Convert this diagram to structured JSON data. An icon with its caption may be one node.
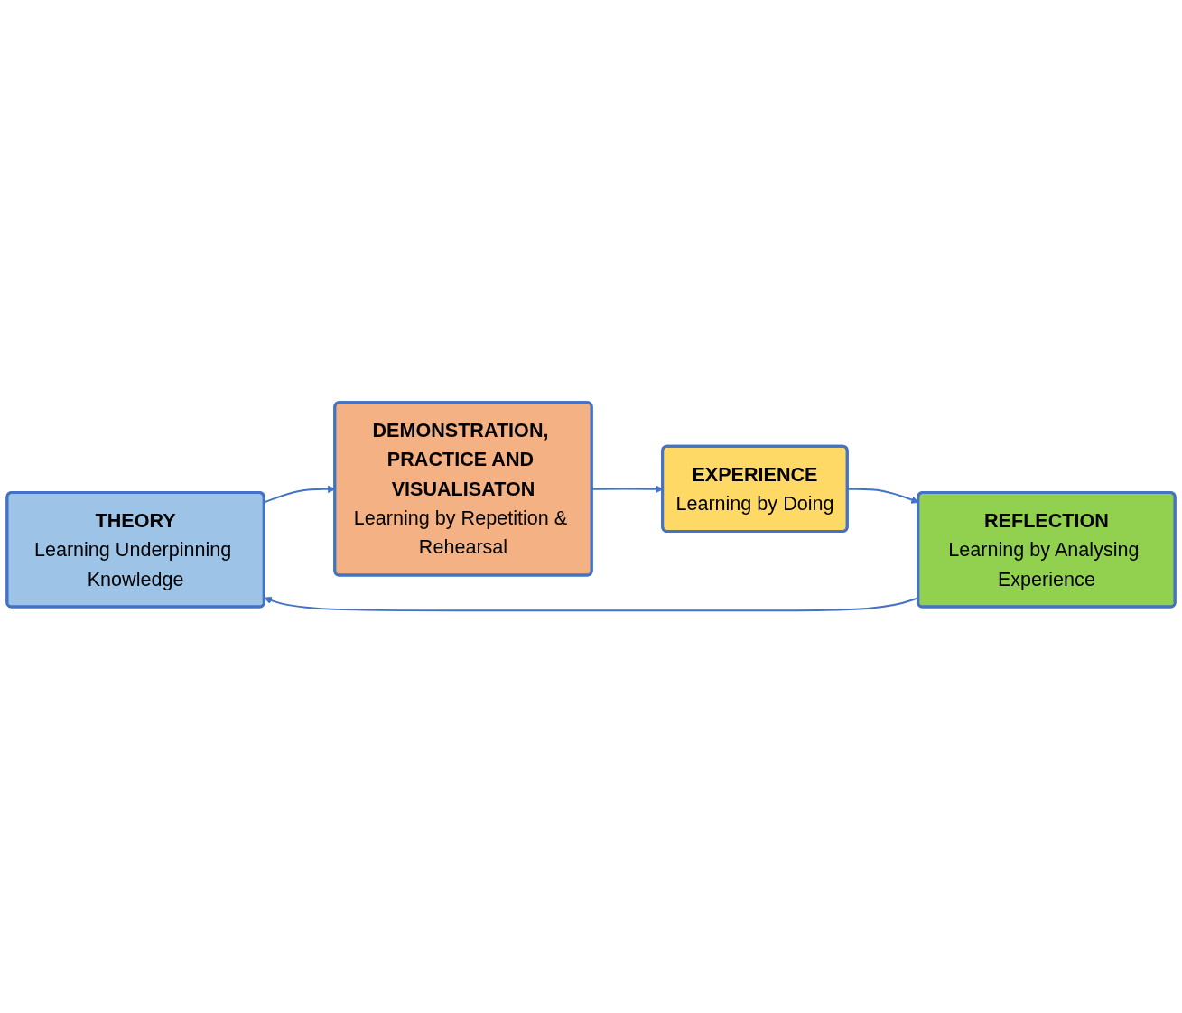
{
  "diagram": {
    "nodes": [
      {
        "text": [
          "THEORY",
          "Learning Underpinning Knowledge"
        ]
      },
      {
        "text": [
          "DEMONSTRATION, PRACTICE AND VISUALISATON",
          "Learning by Repetition & Rehearsal"
        ]
      },
      {
        "text": [
          "EXPERIENCE",
          "Learning by Doing"
        ]
      },
      {
        "text": [
          "REFLECTION",
          "Learning by Analysing Experience"
        ]
      }
    ],
    "edges": [
      {
        "from": 0,
        "to": 1,
        "arrow": "to"
      },
      {
        "from": 1,
        "to": 2,
        "arrow": "to"
      },
      {
        "from": 2,
        "to": 3,
        "arrow": "to"
      },
      {
        "from": 3,
        "to": 0,
        "arrow": "to"
      }
    ]
  }
}
